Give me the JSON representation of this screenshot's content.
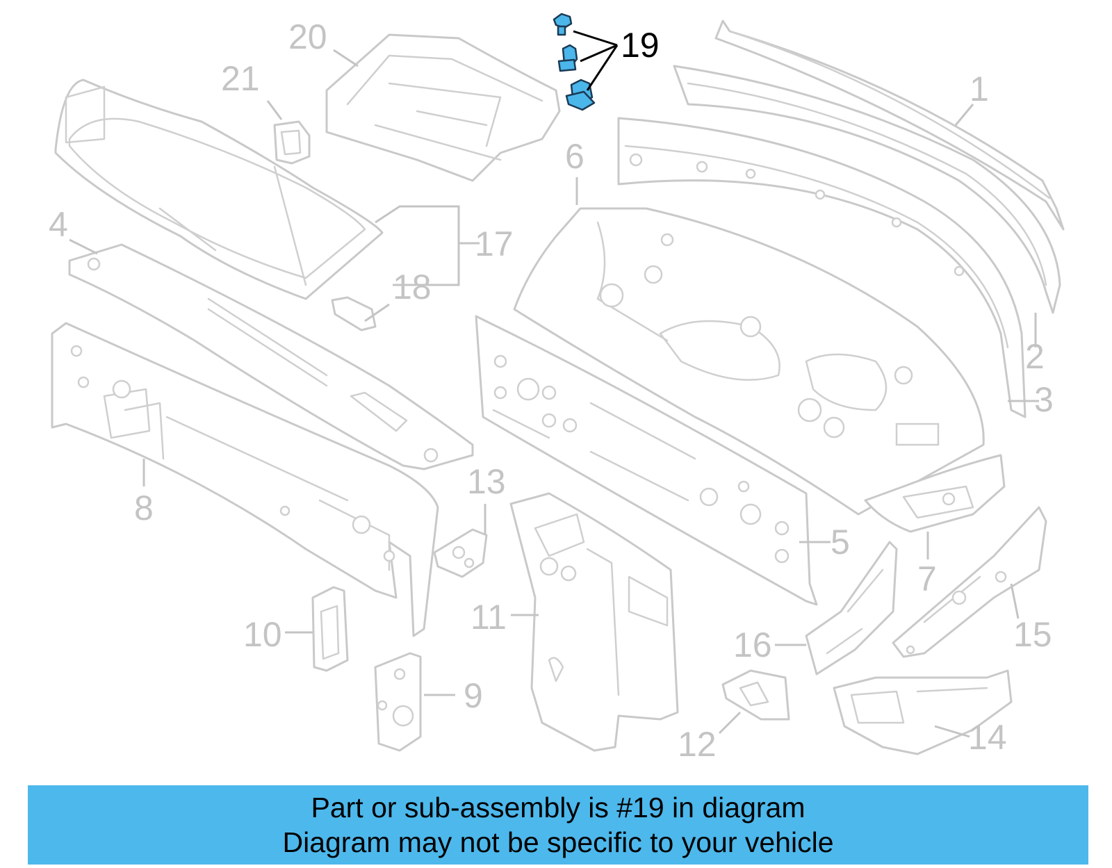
{
  "callouts": [
    {
      "id": "1",
      "label": "1",
      "highlighted": false
    },
    {
      "id": "2",
      "label": "2",
      "highlighted": false
    },
    {
      "id": "3",
      "label": "3",
      "highlighted": false
    },
    {
      "id": "4",
      "label": "4",
      "highlighted": false
    },
    {
      "id": "5",
      "label": "5",
      "highlighted": false
    },
    {
      "id": "6",
      "label": "6",
      "highlighted": false
    },
    {
      "id": "7",
      "label": "7",
      "highlighted": false
    },
    {
      "id": "8",
      "label": "8",
      "highlighted": false
    },
    {
      "id": "9",
      "label": "9",
      "highlighted": false
    },
    {
      "id": "10",
      "label": "10",
      "highlighted": false
    },
    {
      "id": "11",
      "label": "11",
      "highlighted": false
    },
    {
      "id": "12",
      "label": "12",
      "highlighted": false
    },
    {
      "id": "13",
      "label": "13",
      "highlighted": false
    },
    {
      "id": "14",
      "label": "14",
      "highlighted": false
    },
    {
      "id": "15",
      "label": "15",
      "highlighted": false
    },
    {
      "id": "16",
      "label": "16",
      "highlighted": false
    },
    {
      "id": "17",
      "label": "17",
      "highlighted": false
    },
    {
      "id": "18",
      "label": "18",
      "highlighted": false
    },
    {
      "id": "19",
      "label": "19",
      "highlighted": true
    },
    {
      "id": "20",
      "label": "20",
      "highlighted": false
    },
    {
      "id": "21",
      "label": "21",
      "highlighted": false
    }
  ],
  "banner": {
    "line1": "Part or sub-assembly is #19 in diagram",
    "line2": "Diagram may not be specific to your vehicle"
  },
  "colors": {
    "highlight": "#4db8ec",
    "part_outline": "#c9c9c9",
    "callout_text": "#c4c4c4",
    "highlight_text": "#000000"
  }
}
